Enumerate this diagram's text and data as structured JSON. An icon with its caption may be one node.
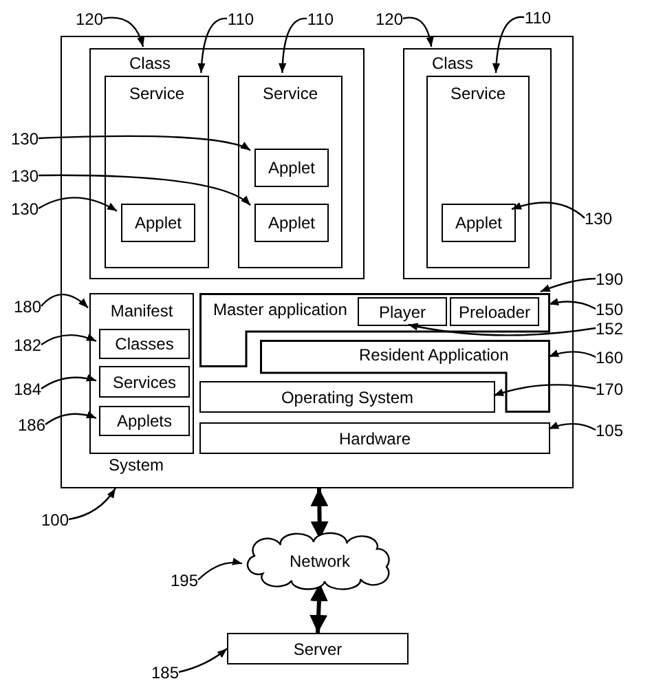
{
  "diagram": {
    "nodes": [
      {
        "text": [
          "System"
        ]
      },
      {
        "text": [
          "Class"
        ],
        "in": 0
      },
      {
        "text": [
          "Service"
        ],
        "in": 1
      },
      {
        "text": [
          "Applet"
        ],
        "in": 2
      },
      {
        "text": [
          "Service"
        ],
        "in": 1
      },
      {
        "text": [
          "Applet"
        ],
        "in": 4
      },
      {
        "text": [
          "Applet"
        ],
        "in": 4
      },
      {
        "text": [
          "Class"
        ],
        "in": 0
      },
      {
        "text": [
          "Service"
        ],
        "in": 7
      },
      {
        "text": [
          "Applet"
        ],
        "in": 8
      },
      {
        "text": [
          "Manifest"
        ],
        "in": 0
      },
      {
        "text": [
          "Classes"
        ],
        "in": 10
      },
      {
        "text": [
          "Services"
        ],
        "in": 10
      },
      {
        "text": [
          "Applets"
        ],
        "in": 10
      },
      {
        "text": [
          "Master application"
        ],
        "in": 0
      },
      {
        "text": [
          "Player"
        ],
        "in": 14
      },
      {
        "text": [
          "Preloader"
        ],
        "in": 14
      },
      {
        "text": [
          "Resident Application"
        ],
        "in": 0
      },
      {
        "text": [
          "Operating System"
        ],
        "in": 0
      },
      {
        "text": [
          "Hardware"
        ],
        "in": 0
      },
      {
        "text": [
          "Network"
        ]
      },
      {
        "text": [
          "Server"
        ]
      },
      {
        "text": [
          "120"
        ]
      },
      {
        "text": [
          "110"
        ]
      },
      {
        "text": [
          "110"
        ]
      },
      {
        "text": [
          "120"
        ]
      },
      {
        "text": [
          "110"
        ]
      },
      {
        "text": [
          "130"
        ]
      },
      {
        "text": [
          "130"
        ]
      },
      {
        "text": [
          "130"
        ]
      },
      {
        "text": [
          "130"
        ]
      },
      {
        "text": [
          "180"
        ]
      },
      {
        "text": [
          "190"
        ]
      },
      {
        "text": [
          "150"
        ]
      },
      {
        "text": [
          "152"
        ]
      },
      {
        "text": [
          "182"
        ]
      },
      {
        "text": [
          "160"
        ]
      },
      {
        "text": [
          "184"
        ]
      },
      {
        "text": [
          "170"
        ]
      },
      {
        "text": [
          "186"
        ]
      },
      {
        "text": [
          "105"
        ]
      },
      {
        "text": [
          "100"
        ]
      },
      {
        "text": [
          "195"
        ]
      },
      {
        "text": [
          "185"
        ]
      }
    ],
    "edges": [
      {
        "from": 0,
        "to": 20,
        "arrow": "both",
        "style": "thick"
      },
      {
        "from": 20,
        "to": 21,
        "arrow": "both",
        "style": "thick"
      },
      {
        "from": 22,
        "to": 1,
        "arrow": "to"
      },
      {
        "from": 23,
        "to": 2,
        "arrow": "to"
      },
      {
        "from": 24,
        "to": 4,
        "arrow": "to"
      },
      {
        "from": 25,
        "to": 7,
        "arrow": "to"
      },
      {
        "from": 26,
        "to": 8,
        "arrow": "to"
      },
      {
        "from": 27,
        "to": 5,
        "arrow": "to"
      },
      {
        "from": 28,
        "to": 6,
        "arrow": "to"
      },
      {
        "from": 29,
        "to": 3,
        "arrow": "to"
      },
      {
        "from": 30,
        "to": 9,
        "arrow": "to"
      },
      {
        "from": 31,
        "to": 10,
        "arrow": "to"
      },
      {
        "from": 32,
        "to": 14,
        "arrow": "to"
      },
      {
        "from": 33,
        "to": 14,
        "arrow": "to"
      },
      {
        "from": 34,
        "to": 15,
        "arrow": "to"
      },
      {
        "from": 35,
        "to": 11,
        "arrow": "to"
      },
      {
        "from": 36,
        "to": 17,
        "arrow": "to"
      },
      {
        "from": 37,
        "to": 12,
        "arrow": "to"
      },
      {
        "from": 38,
        "to": 18,
        "arrow": "to"
      },
      {
        "from": 39,
        "to": 13,
        "arrow": "to"
      },
      {
        "from": 40,
        "to": 19,
        "arrow": "to"
      },
      {
        "from": 41,
        "to": 0,
        "arrow": "to"
      },
      {
        "from": 42,
        "to": 20,
        "arrow": "to"
      },
      {
        "from": 43,
        "to": 21,
        "arrow": "to"
      }
    ]
  }
}
